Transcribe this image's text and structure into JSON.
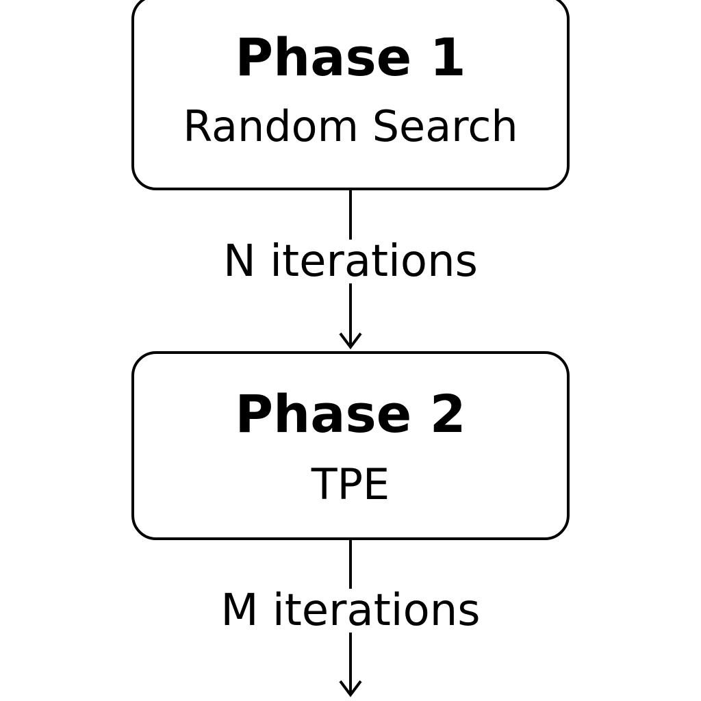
{
  "colors": {
    "stroke": "#000000",
    "background": "#ffffff",
    "text": "#000000"
  },
  "nodes": [
    {
      "id": "phase-1",
      "title": "Phase 1",
      "subtitle": "Random Search"
    },
    {
      "id": "phase-2",
      "title": "Phase 2",
      "subtitle": "TPE"
    }
  ],
  "edges": [
    {
      "from": "phase-1",
      "to": "phase-2",
      "label": "N iterations"
    },
    {
      "from": "phase-2",
      "to": "",
      "label": "M iterations"
    }
  ]
}
